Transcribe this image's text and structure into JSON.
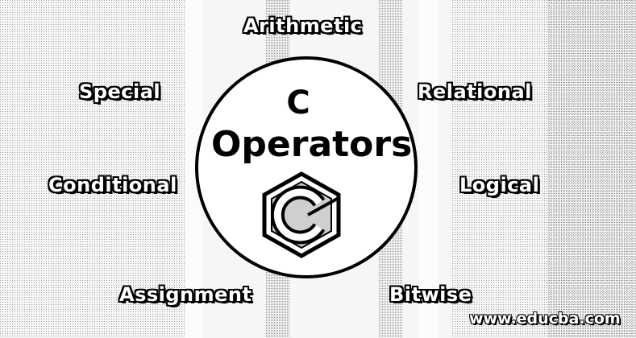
{
  "diagram": {
    "center": {
      "line1": "C",
      "line2": "Operators"
    },
    "categories": [
      {
        "id": "arithmetic",
        "label": "Arithmetic"
      },
      {
        "id": "relational",
        "label": "Relational"
      },
      {
        "id": "logical",
        "label": "Logical"
      },
      {
        "id": "bitwise",
        "label": "Bitwise"
      },
      {
        "id": "assignment",
        "label": "Assignment"
      },
      {
        "id": "conditional",
        "label": "Conditional"
      },
      {
        "id": "special",
        "label": "Special"
      }
    ],
    "watermark": "www.educba.com",
    "colors": {
      "ink": "#000000",
      "label_fill": "#ffffff",
      "background": "#f4f4f4"
    },
    "icons": [
      "c-language-logo-icon"
    ]
  }
}
